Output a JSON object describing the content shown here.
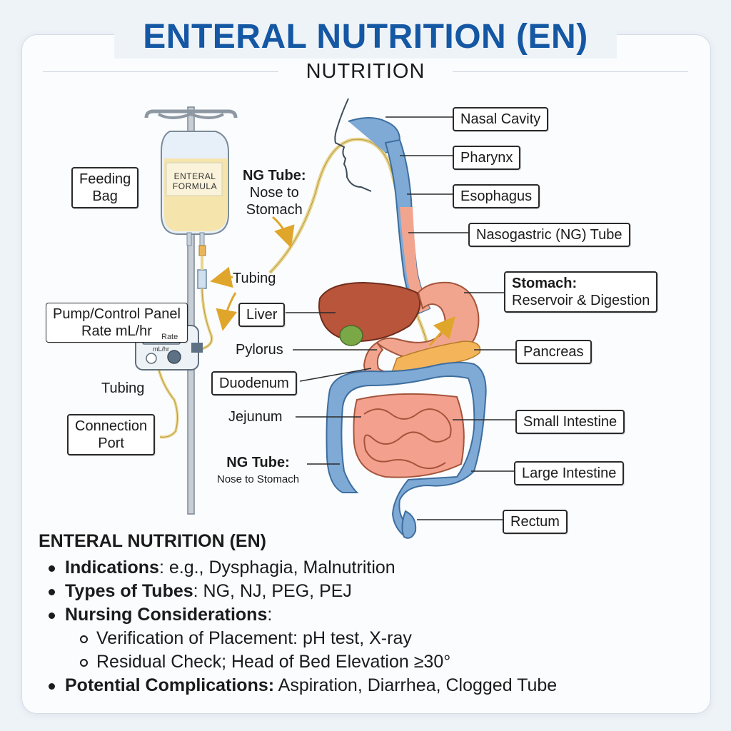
{
  "header": {
    "title": "ENTERAL NUTRITION (EN)",
    "subtitle": "NUTRITION"
  },
  "equipment": {
    "bag_label_1": "Feeding",
    "bag_label_2": "Bag",
    "bag_text_1": "ENTERAL",
    "bag_text_2": "FORMULA",
    "tubing_upper": "Tubing",
    "pump_label_1": "Pump/Control Panel",
    "pump_label_2": "Rate mL/hr",
    "pump_screen_rate": "Rate",
    "pump_screen_unit": "mL/hr",
    "tubing_lower": "Tubing",
    "port_label_1": "Connection",
    "port_label_2": "Port"
  },
  "anatomy": {
    "ng_upper_title": "NG Tube:",
    "ng_upper_line1": "Nose to",
    "ng_upper_line2": "Stomach",
    "nasal_cavity": "Nasal Cavity",
    "pharynx": "Pharynx",
    "esophagus": "Esophagus",
    "ng_tube": "Nasogastric (NG) Tube",
    "stomach_title": "Stomach:",
    "stomach_desc": "Reservoir & Digestion",
    "liver": "Liver",
    "pylorus": "Pylorus",
    "pancreas": "Pancreas",
    "duodenum": "Duodenum",
    "jejunum": "Jejunum",
    "small_intestine": "Small Intestine",
    "large_intestine": "Large Intestine",
    "rectum": "Rectum",
    "ng_lower_title": "NG Tube:",
    "ng_lower_desc": "Nose to Stomach"
  },
  "notes": {
    "title": "ENTERAL NUTRITION (EN)",
    "indications_label": "Indications",
    "indications_text": ": e.g., Dysphagia, Malnutrition",
    "types_label": "Types of Tubes",
    "types_text": ": NG, NJ, PEG, PEJ",
    "nursing_label": "Nursing Considerations",
    "nursing_text": ":",
    "sub_1": "Verification of Placement: pH test, X-ray",
    "sub_2": "Residual Check; Head of Bed Elevation ≥30°",
    "complications_label": "Potential Complications:",
    "complications_text": " Aspiration, Diarrhea, Clogged Tube"
  },
  "colors": {
    "title": "#1457a3",
    "esophagus_blue": "#6f9fd0",
    "stomach": "#f2a58e",
    "liver": "#b8553a",
    "large_intestine": "#6f9fd0",
    "small_intestine": "#f4a08e",
    "pancreas": "#f3b45a",
    "formula": "#f6e3a6",
    "tube": "#e9d48a"
  }
}
